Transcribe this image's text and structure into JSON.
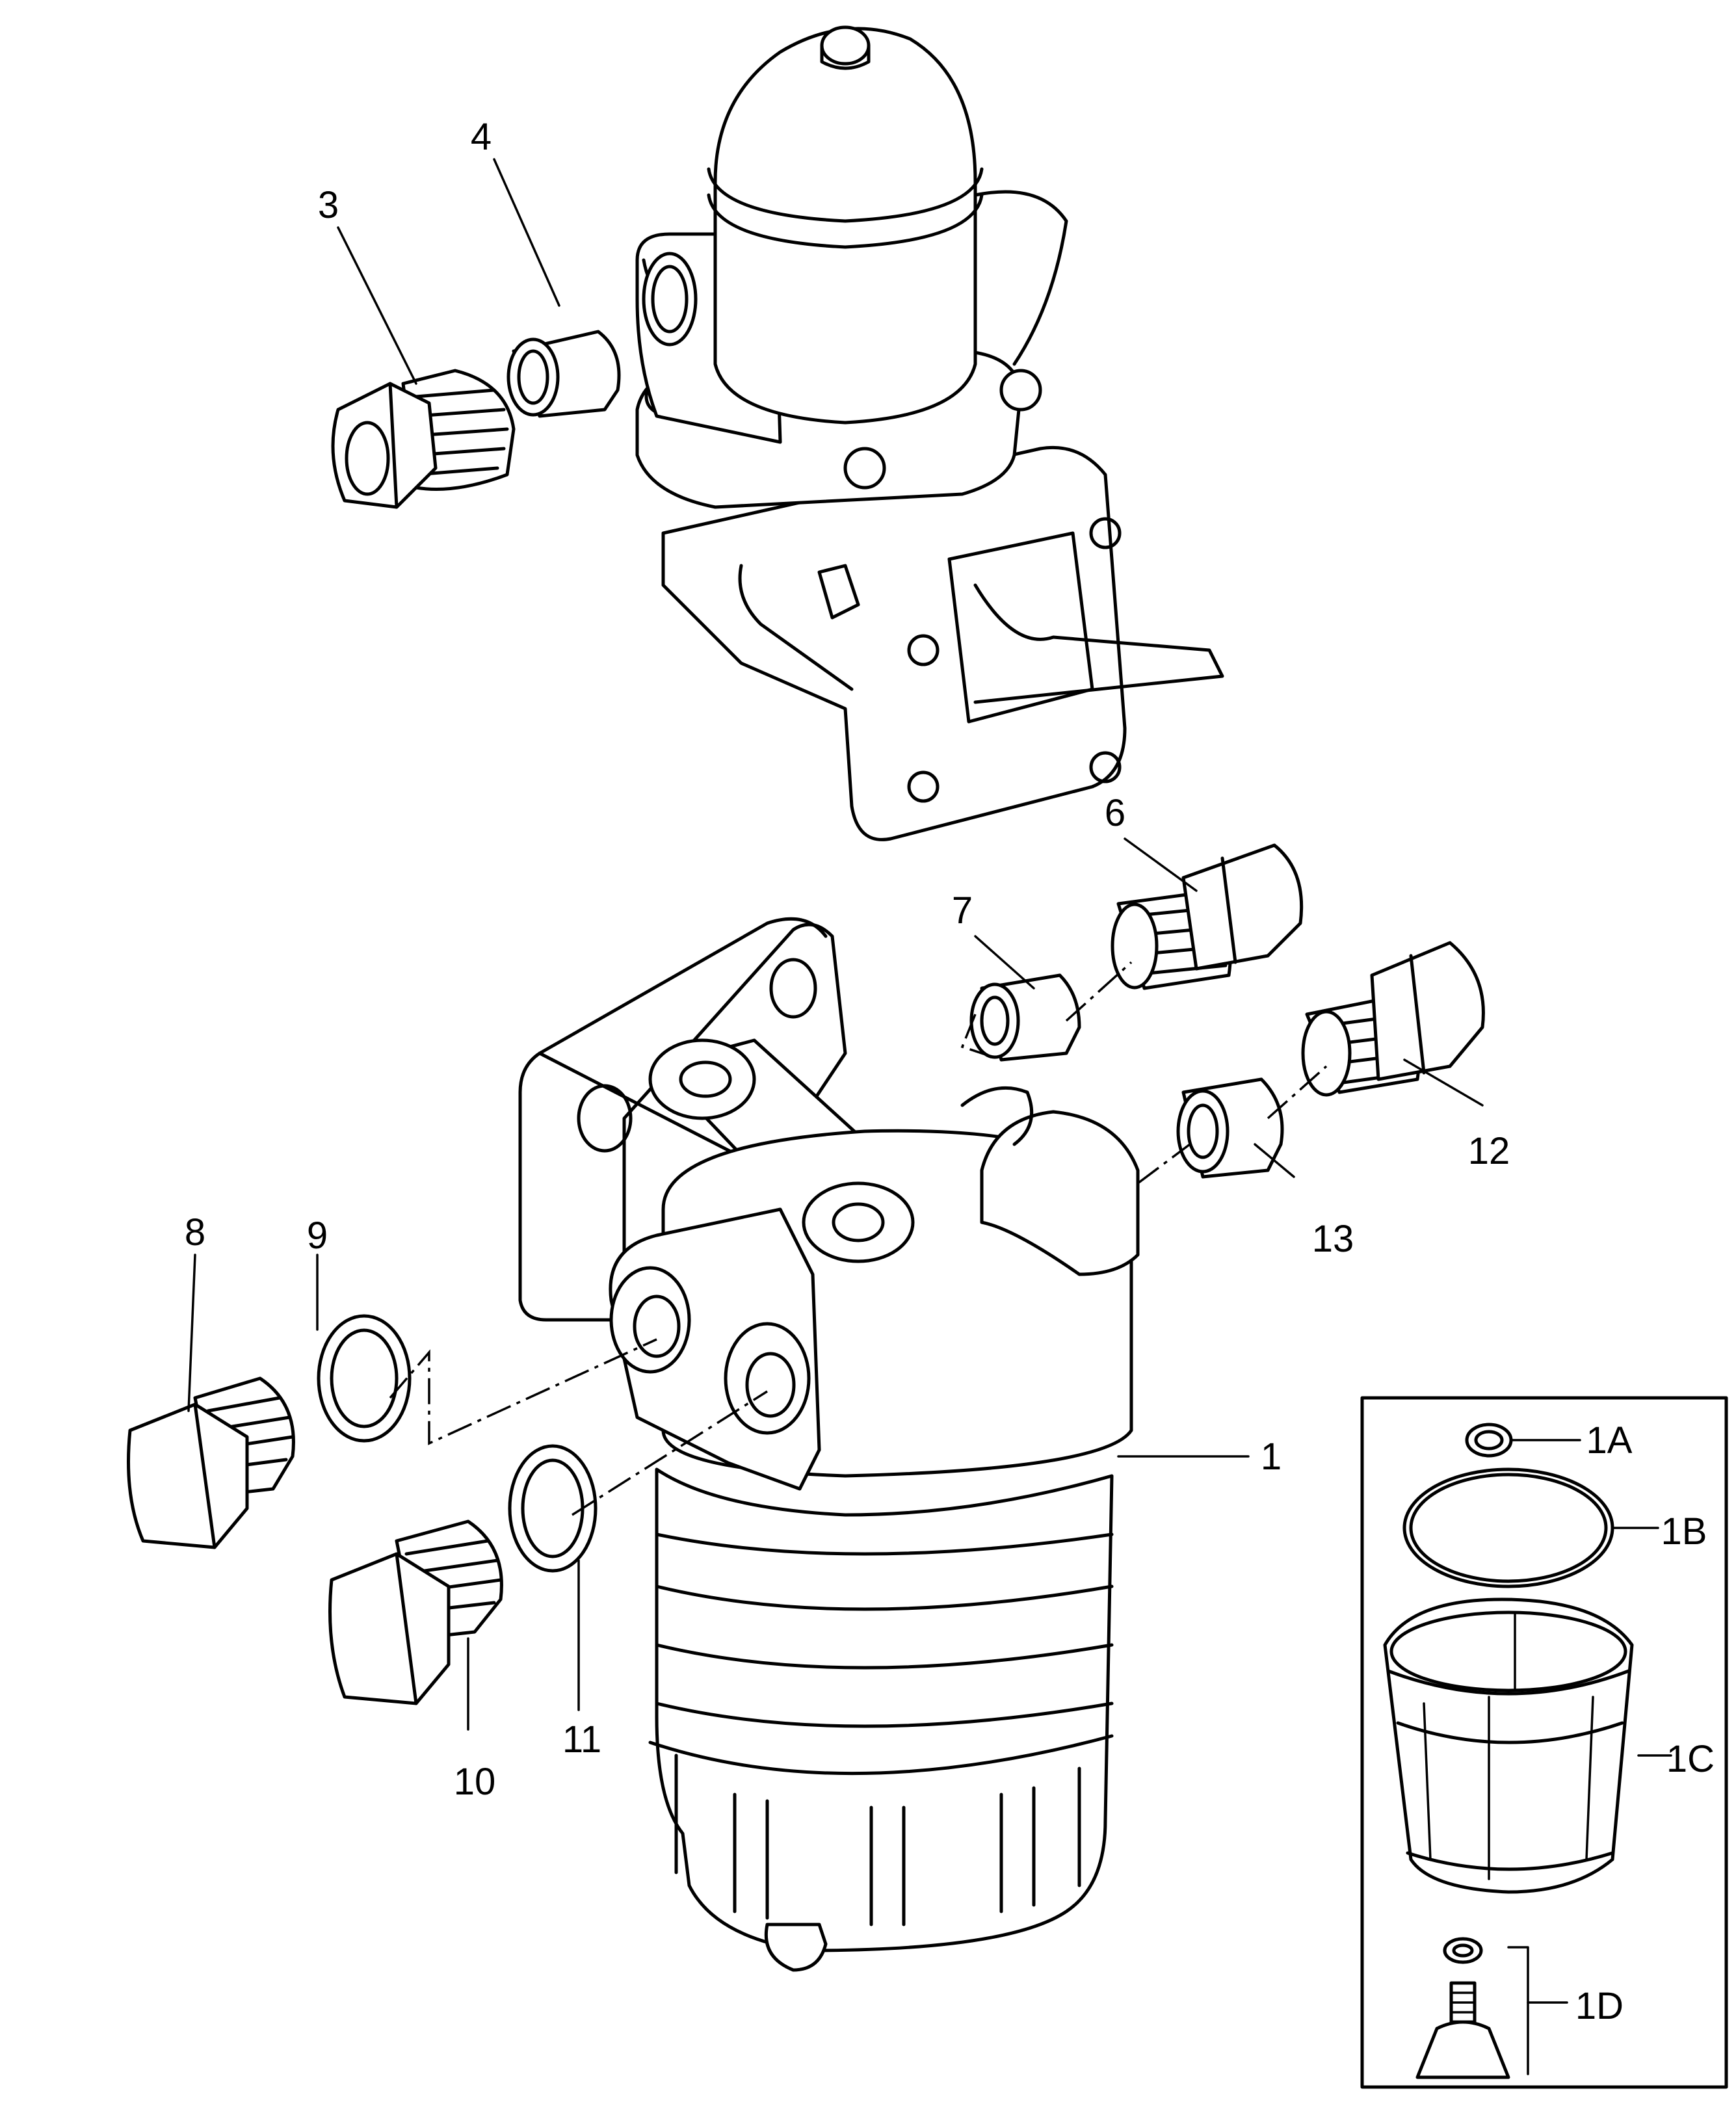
{
  "diagram": {
    "callouts": [
      {
        "id": "3",
        "label": "3"
      },
      {
        "id": "4",
        "label": "4"
      },
      {
        "id": "6",
        "label": "6"
      },
      {
        "id": "7",
        "label": "7"
      },
      {
        "id": "12",
        "label": "12"
      },
      {
        "id": "13",
        "label": "13"
      },
      {
        "id": "8",
        "label": "8"
      },
      {
        "id": "9",
        "label": "9"
      },
      {
        "id": "1",
        "label": "1"
      },
      {
        "id": "10",
        "label": "10"
      },
      {
        "id": "11",
        "label": "11"
      }
    ],
    "inset": {
      "callouts": [
        {
          "id": "1A",
          "label": "1A"
        },
        {
          "id": "1B",
          "label": "1B"
        },
        {
          "id": "1C",
          "label": "1C"
        },
        {
          "id": "1D",
          "label": "1D"
        }
      ]
    }
  }
}
